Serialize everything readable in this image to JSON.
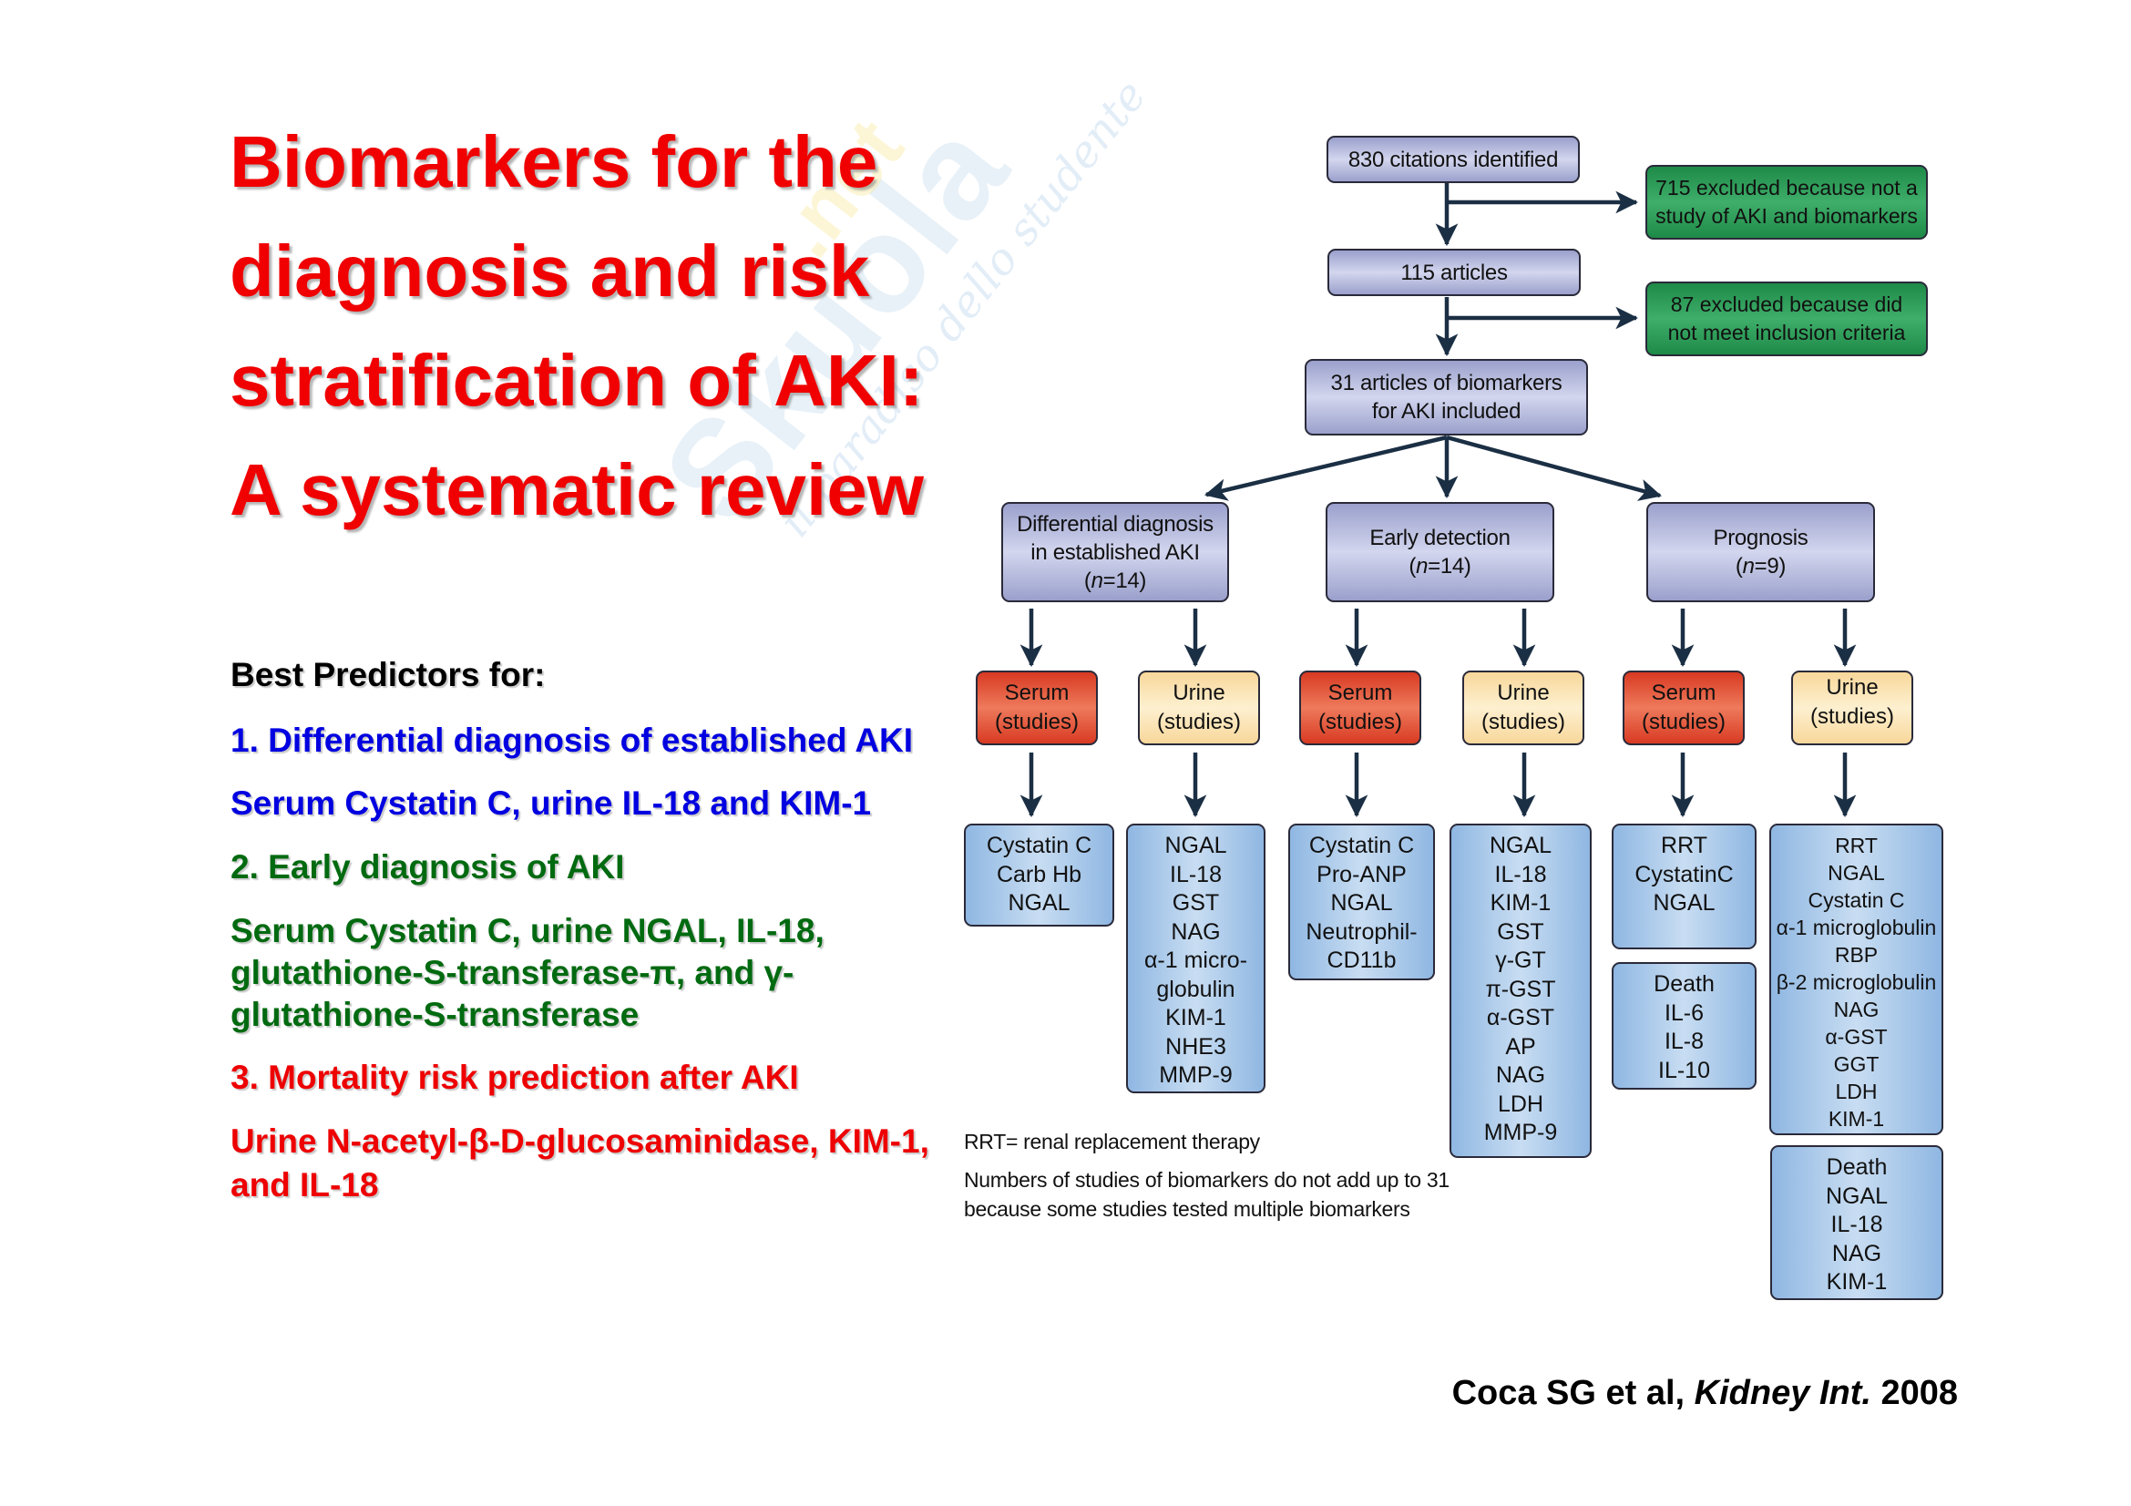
{
  "watermark": {
    "brand": "Skuola",
    "brand_suffix": ".net",
    "tagline": "il paradiso dello studente"
  },
  "title": {
    "lines": [
      "Biomarkers for the",
      "diagnosis and risk",
      "stratification of AKI:",
      "A systematic review"
    ]
  },
  "predictors": {
    "heading": "Best Predictors for:",
    "items": [
      {
        "label": "1. Differential diagnosis of established AKI",
        "detail_lines": [
          "Serum Cystatin C, urine IL-18 and KIM-1"
        ],
        "color": "#0000e0"
      },
      {
        "label": "2. Early diagnosis of AKI",
        "detail_lines": [
          "Serum Cystatin C, urine NGAL, IL-18,",
          "glutathione-S-transferase-π, and γ-",
          "glutathione-S-transferase"
        ],
        "color": "#006a10"
      },
      {
        "label": "3. Mortality risk prediction after AKI",
        "detail_lines": [
          "Urine N-acetyl-β-D-glucosaminidase, KIM-1,",
          "and IL-18"
        ],
        "color": "#ee0000"
      }
    ]
  },
  "flowchart": {
    "colors": {
      "lavender": "#b7bbe0",
      "excluded_green": "#2e9c58",
      "serum_red": "#e0553a",
      "urine_cream": "#fbe4b4",
      "result_blue": "#a9c9ea",
      "arrow": "#1b2f44"
    },
    "identified": "830 citations identified",
    "excluded_1": [
      "715 excluded because not a",
      "study of AKI and biomarkers"
    ],
    "articles": "115 articles",
    "excluded_2": [
      "87 excluded because did",
      "not meet inclusion criteria"
    ],
    "included": [
      "31 articles of biomarkers",
      "for AKI included"
    ],
    "categories": [
      {
        "lines": [
          "Differential diagnosis",
          "in established AKI"
        ],
        "n_label": "(n=14)",
        "n_prefix": "(",
        "n_var": "n",
        "n_value": "=14)",
        "serum": {
          "lines": [
            "Serum",
            "(studies)"
          ],
          "results": [
            [
              "Cystatin C",
              "Carb Hb",
              "NGAL"
            ]
          ]
        },
        "urine": {
          "lines": [
            "Urine",
            "(studies)"
          ],
          "results": [
            [
              "NGAL",
              "IL-18",
              "GST",
              "NAG",
              "α-1 micro-",
              "globulin",
              "KIM-1",
              "NHE3",
              "MMP-9"
            ]
          ]
        }
      },
      {
        "lines": [
          "Early detection"
        ],
        "n_label": "(n=14)",
        "n_prefix": "(",
        "n_var": "n",
        "n_value": "=14)",
        "serum": {
          "lines": [
            "Serum",
            "(studies)"
          ],
          "results": [
            [
              "Cystatin C",
              "Pro-ANP",
              "NGAL",
              "Neutrophil-",
              "CD11b"
            ]
          ]
        },
        "urine": {
          "lines": [
            "Urine",
            "(studies)"
          ],
          "results": [
            [
              "NGAL",
              "IL-18",
              "KIM-1",
              "GST",
              "γ-GT",
              "π-GST",
              "α-GST",
              "AP",
              "NAG",
              "LDH",
              "MMP-9"
            ]
          ]
        }
      },
      {
        "lines": [
          "Prognosis"
        ],
        "n_label": "(n=9)",
        "n_prefix": "(",
        "n_var": "n",
        "n_value": "=9)",
        "serum": {
          "lines": [
            "Serum",
            "(studies)"
          ],
          "results": [
            [
              "RRT",
              "CystatinC",
              "NGAL"
            ],
            [
              "Death",
              "IL-6",
              "IL-8",
              "IL-10"
            ]
          ]
        },
        "urine": {
          "lines": [
            "Urine",
            "(studies)"
          ],
          "results": [
            [
              "RRT",
              "NGAL",
              "Cystatin C",
              "α-1 microglobulin",
              "RBP",
              "β-2 microglobulin",
              "NAG",
              "α-GST",
              "GGT",
              "LDH",
              "KIM-1"
            ],
            [
              "Death",
              "NGAL",
              "IL-18",
              "NAG",
              "KIM-1"
            ]
          ]
        }
      }
    ],
    "notes": {
      "rrt": "RRT= renal replacement therapy",
      "studies": [
        "Numbers of studies of biomarkers do not add up to 31",
        "because some studies tested multiple biomarkers"
      ]
    }
  },
  "citation": {
    "authors": "Coca SG et al, ",
    "journal": "Kidney Int.",
    "year": " 2008"
  }
}
